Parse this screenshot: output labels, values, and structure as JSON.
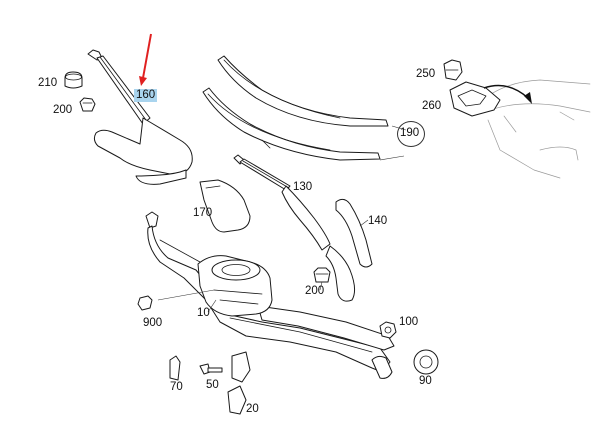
{
  "diagram": {
    "highlight_color": "#a9d4ee",
    "arrow_color": "#e02020",
    "callouts": {
      "p210": "210",
      "p200a": "200",
      "p160": "160",
      "p250": "250",
      "p260": "260",
      "p190": "190",
      "p130": "130",
      "p170": "170",
      "p140": "140",
      "p200b": "200",
      "p900": "900",
      "p10": "10",
      "p100": "100",
      "p90": "90",
      "p70": "70",
      "p50": "50",
      "p20": "20"
    },
    "highlighted_part": "160"
  }
}
